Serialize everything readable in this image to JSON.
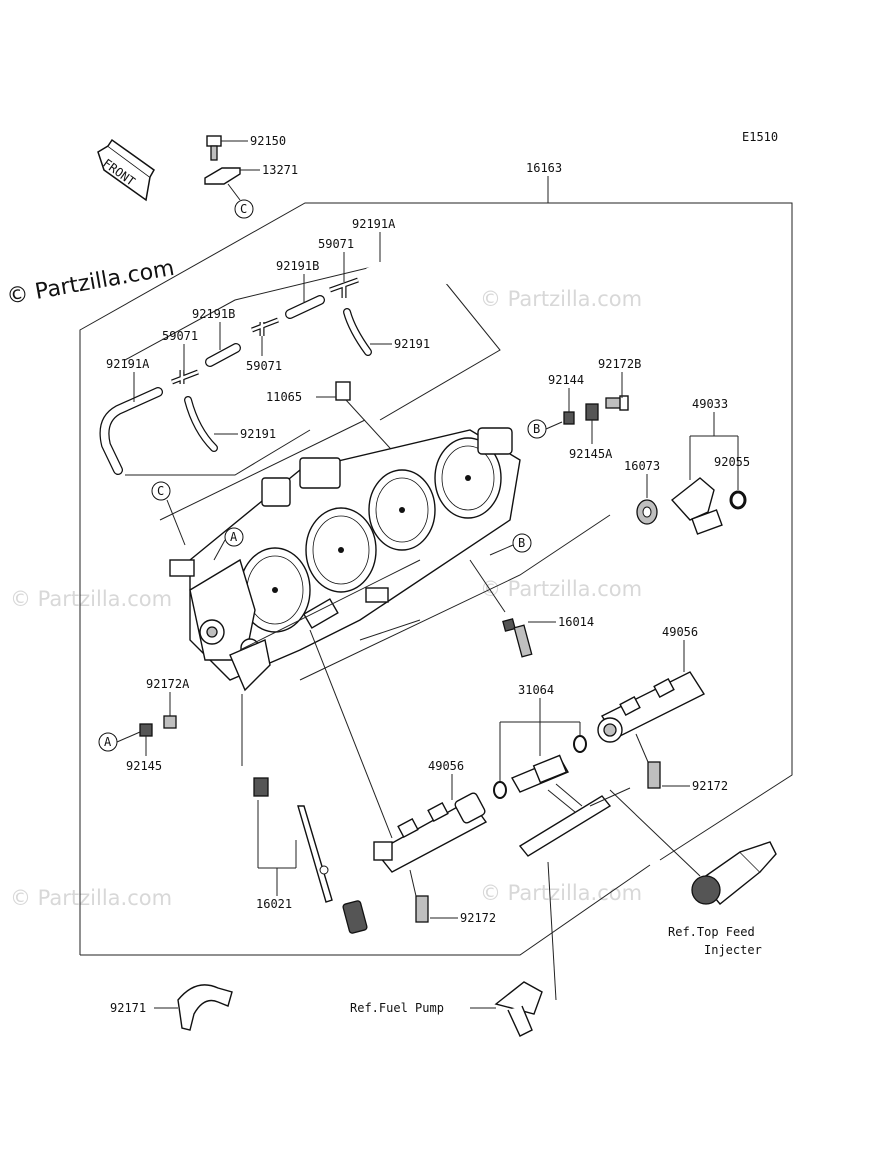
{
  "diagram_code": "E1510",
  "watermark_main": "© Partzilla.com",
  "watermark": "© Partzilla.com",
  "front_label": "FRONT",
  "callouts": [
    "A",
    "B",
    "C"
  ],
  "parts": {
    "p92150": "92150",
    "p13271": "13271",
    "p16163": "16163",
    "p92191A_top": "92191A",
    "p59071_top": "59071",
    "p92191B_top": "92191B",
    "p92191_top": "92191",
    "p92191B_left": "92191B",
    "p59071_left": "59071",
    "p59071_mid": "59071",
    "p92191A_left": "92191A",
    "p92191_mid": "92191",
    "p11065": "11065",
    "p92144": "92144",
    "p92172B": "92172B",
    "p92145A": "92145A",
    "p49033": "49033",
    "p16073": "16073",
    "p92055": "92055",
    "p16014": "16014",
    "p49056_right": "49056",
    "p31064": "31064",
    "p92172A": "92172A",
    "p92145": "92145",
    "p49056_left": "49056",
    "p92172_right": "92172",
    "p16021": "16021",
    "p92172_bottom": "92172",
    "p92171": "92171"
  },
  "refs": {
    "top_feed_line1": "Ref.Top Feed",
    "top_feed_line2": "Injecter",
    "fuel_pump": "Ref.Fuel Pump"
  }
}
